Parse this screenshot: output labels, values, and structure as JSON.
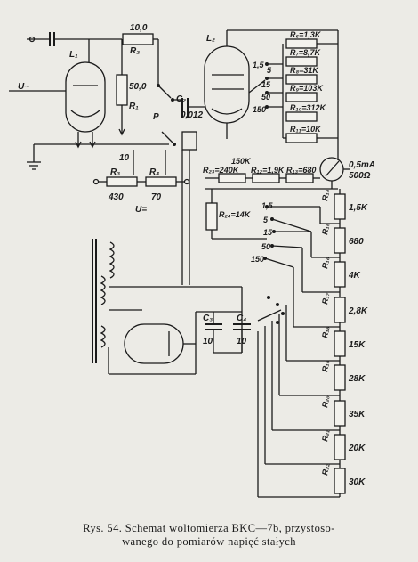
{
  "labels": {
    "L1": "L₁",
    "L2": "L₂",
    "R2": "R₂",
    "R1": "R₁",
    "C2": "C₂",
    "P": "P",
    "R3": "R₃",
    "R4": "R₄",
    "U_ac": "U~",
    "U_dc": "U=",
    "R6": "R₆=1,3K",
    "R7": "R₇=8,7K",
    "R8": "R₈=31K",
    "R9": "R₉=103K",
    "R10": "R₁₀=312K",
    "R11": "R₁₁=10K",
    "R23": "R₂₃=240K",
    "R12": "R₁₂=1,9K",
    "R13": "R₁₃=680",
    "R24": "R₂₄=14K",
    "meter": "0,5mA",
    "meter_r": "500Ω",
    "C3": "C₃",
    "C4": "C₄",
    "C3v": "10",
    "C4v": "10",
    "R14": "R₁₄",
    "R15": "R₁₅",
    "R16": "R₁₆",
    "R17": "R₁₇",
    "R18": "R₁₈",
    "R19": "R₁₉",
    "R20": "R₂₀",
    "R21": "R₂₁",
    "R22": "R₂₂"
  },
  "values": {
    "r2": "10,0",
    "r1": "50,0",
    "c2": "0,012",
    "r3": "430",
    "r4": "70",
    "ten": "10",
    "r150k": "150K",
    "r14": "1,5K",
    "r15": "680",
    "r16": "4K",
    "r17": "2,8K",
    "r18": "15K",
    "r19": "28K",
    "r20": "35K",
    "r21": "20K",
    "r22": "30K"
  },
  "ranges_top": [
    "1,5",
    "5",
    "15",
    "50",
    "150"
  ],
  "ranges_mid": [
    "1,5",
    "5",
    "15",
    "50",
    "150"
  ],
  "caption": {
    "line1": "Rys. 54. Schemat woltomierza BKC—7b, przystoso-",
    "line2": "wanego do pomiarów napięć stałych"
  }
}
